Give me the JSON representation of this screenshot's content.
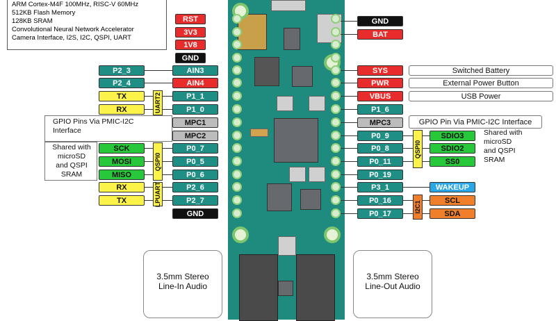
{
  "spec_lines": [
    "ARM Cortex-M4F 100MHz, RISC-V 60MHz",
    "512KB Flash Memory",
    "128KB SRAM",
    "Convolutional Neural Network Accelerator",
    "Camera Interface, I2S, I2C, QSPI, UART"
  ],
  "top_center_pins": [
    "RST",
    "3V3",
    "1V8",
    "GND"
  ],
  "left_rows": [
    {
      "ext": "P2_3",
      "pin": "AIN3"
    },
    {
      "ext": "P2_4",
      "pin": "AIN4"
    },
    {
      "ext": "TX",
      "pin": "P1_1"
    },
    {
      "ext": "RX",
      "pin": "P1_0"
    },
    {
      "pin": "MPC1"
    },
    {
      "pin": "MPC2"
    },
    {
      "ext": "SCK",
      "pin": "P0_7"
    },
    {
      "ext": "MOSI",
      "pin": "P0_5"
    },
    {
      "ext": "MISO",
      "pin": "P0_6"
    },
    {
      "ext": "RX",
      "pin": "P2_6"
    },
    {
      "ext": "TX",
      "pin": "P2_7"
    },
    {
      "pin": "GND"
    }
  ],
  "left_groups": {
    "uart2": "UART2",
    "qspi0": "QSPI0",
    "lpuart": "LPUART"
  },
  "left_notes": {
    "mpc": "GPIO Pins Via PMIC-I2C Interface",
    "qspi": [
      "Shared with",
      "microSD",
      "and QSPI",
      "SRAM"
    ]
  },
  "right_top": [
    {
      "pin": "GND"
    },
    {
      "pin": "BAT"
    }
  ],
  "right_rows": [
    {
      "pin": "SYS",
      "desc": "Switched Battery"
    },
    {
      "pin": "PWR",
      "desc": "External Power Button"
    },
    {
      "pin": "VBUS",
      "desc": "USB Power"
    },
    {
      "pin": "P1_6"
    },
    {
      "pin": "MPC3",
      "desc": "GPIO Pin Via PMIC-I2C Interface"
    },
    {
      "pin": "P0_9",
      "ext": "SDIO3"
    },
    {
      "pin": "P0_8",
      "ext": "SDIO2"
    },
    {
      "pin": "P0_11",
      "ext": "SS0"
    },
    {
      "pin": "P0_19"
    },
    {
      "pin": "P3_1",
      "ext": "WAKEUP"
    },
    {
      "pin": "P0_16",
      "ext": "SCL"
    },
    {
      "pin": "P0_17",
      "ext": "SDA"
    }
  ],
  "right_groups": {
    "qspi0": "QSPI0",
    "i2c1": "I2C1"
  },
  "right_notes": {
    "qspi": [
      "Shared with",
      "microSD",
      "and QSPI",
      "SRAM"
    ]
  },
  "audio": {
    "line_in": [
      "3.5mm Stereo",
      "Line-In Audio"
    ],
    "line_out": [
      "3.5mm Stereo",
      "Line-Out Audio"
    ]
  },
  "colors": {
    "board": "#1f8a7e",
    "teal": "#1f8f86",
    "red": "#e82c2c",
    "yellow": "#fbf24a",
    "green": "#27c93a",
    "orange": "#ef7f2a",
    "blue": "#2aa8e6"
  }
}
